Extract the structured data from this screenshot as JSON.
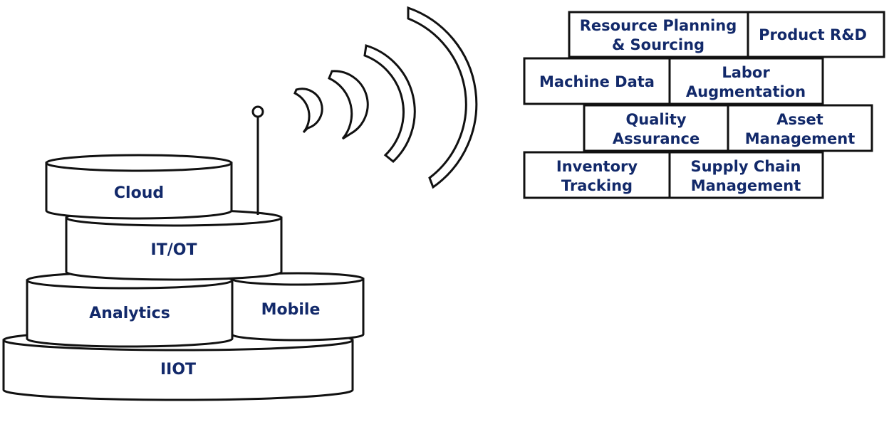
{
  "colors": {
    "label": "#12296a",
    "stroke": "#111111",
    "background": "#ffffff"
  },
  "stack": {
    "cloud": "Cloud",
    "itot": "IT/OT",
    "analytics": "Analytics",
    "mobile": "Mobile",
    "iiot": "IIOT"
  },
  "wall": {
    "row1": [
      [
        "Resource Planning",
        "& Sourcing"
      ],
      [
        "Product R&D"
      ]
    ],
    "row2": [
      [
        "Machine Data"
      ],
      [
        "Labor",
        "Augmentation"
      ]
    ],
    "row3": [
      [
        "Quality",
        "Assurance"
      ],
      [
        "Asset",
        "Management"
      ]
    ],
    "row4": [
      [
        "Inventory",
        "Tracking"
      ],
      [
        "Supply Chain",
        "Management"
      ]
    ]
  }
}
